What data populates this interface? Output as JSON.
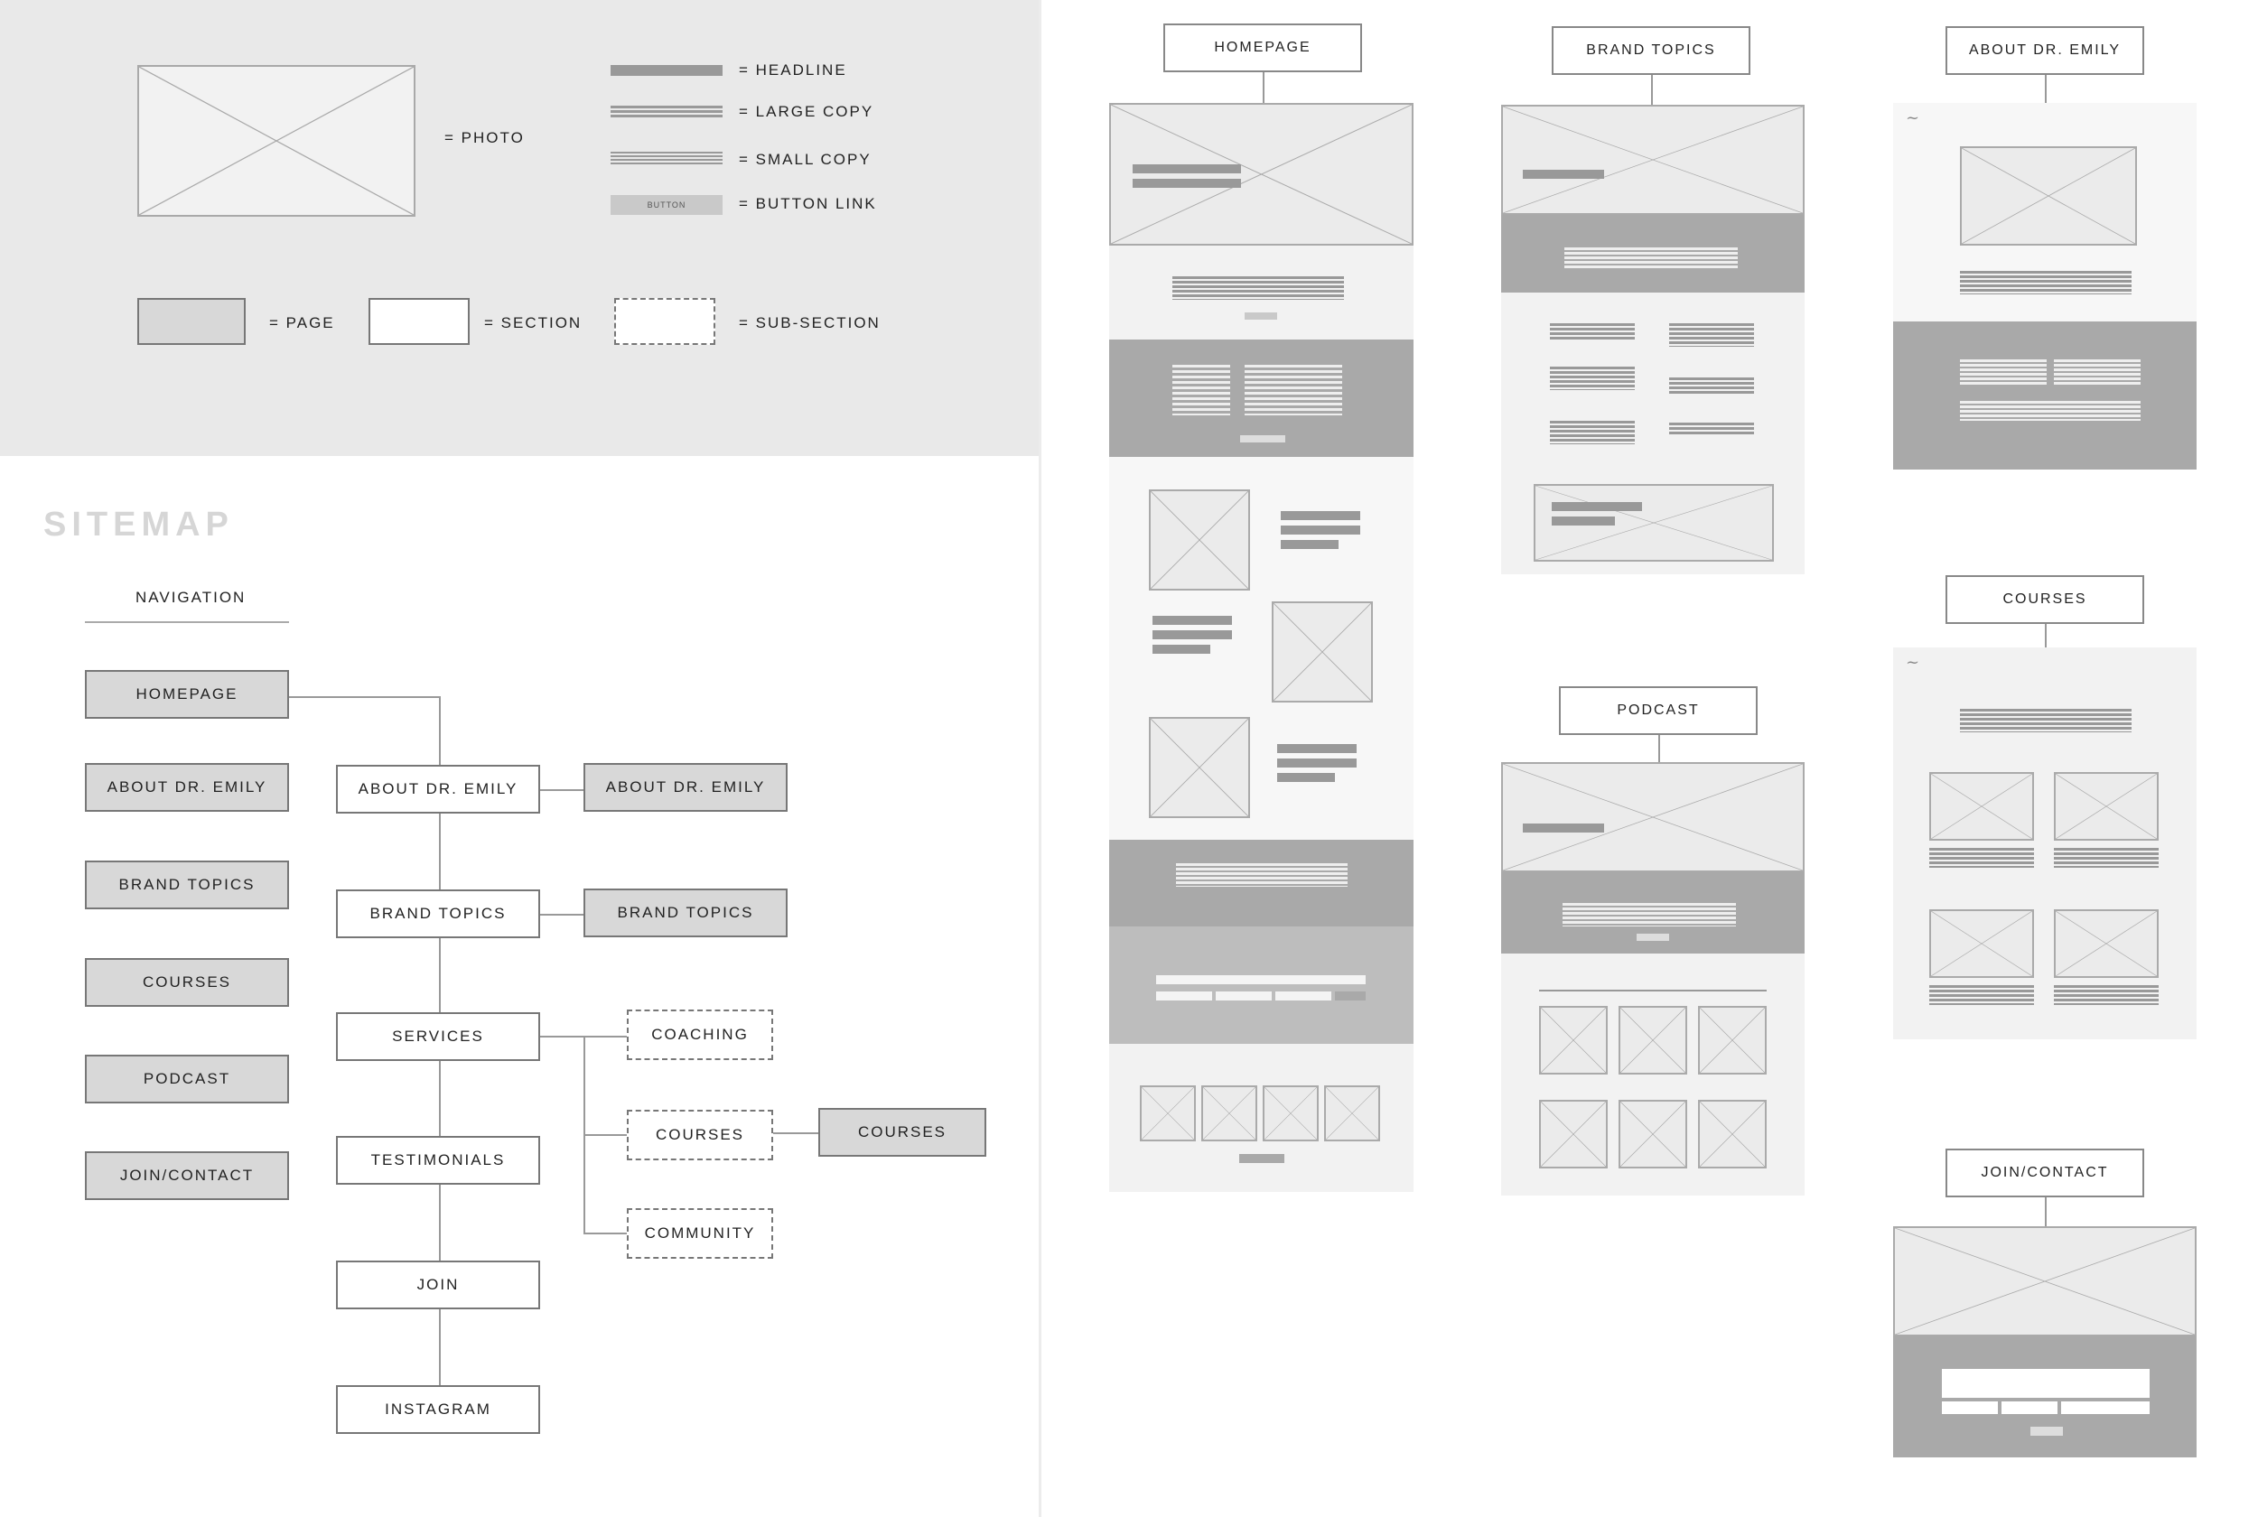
{
  "legend": {
    "photo": "= PHOTO",
    "headline": "= HEADLINE",
    "large_copy": "= LARGE COPY",
    "small_copy": "= SMALL COPY",
    "button_text": "BUTTON",
    "button_link": "= BUTTON LINK",
    "page": "= PAGE",
    "section": "= SECTION",
    "sub_section": "= SUB-SECTION"
  },
  "sitemap": {
    "title": "SITEMAP",
    "navigation": {
      "heading": "NAVIGATION",
      "items": [
        "HOMEPAGE",
        "ABOUT DR. EMILY",
        "BRAND TOPICS",
        "COURSES",
        "PODCAST",
        "JOIN/CONTACT"
      ]
    },
    "sections": [
      "ABOUT DR. EMILY",
      "BRAND TOPICS",
      "SERVICES",
      "TESTIMONIALS",
      "JOIN",
      "INSTAGRAM"
    ],
    "linked_pages": {
      "about": "ABOUT DR. EMILY",
      "brand_topics": "BRAND TOPICS",
      "courses": "COURSES"
    },
    "sub_sections": [
      "COACHING",
      "COURSES",
      "COMMUNITY"
    ]
  },
  "wireframes": {
    "homepage": {
      "title": "HOMEPAGE"
    },
    "brand_topics": {
      "title": "BRAND TOPICS"
    },
    "about": {
      "title": "ABOUT DR. EMILY"
    },
    "podcast": {
      "title": "PODCAST"
    },
    "courses": {
      "title": "COURSES"
    },
    "join": {
      "title": "JOIN/CONTACT"
    }
  },
  "colors": {
    "legend_bg": "#e9e9e9",
    "page_box": "#d8d8d8",
    "section_box": "#ffffff",
    "wire_dark": "#a9a9a9",
    "wire_light": "#f2f2f2"
  }
}
